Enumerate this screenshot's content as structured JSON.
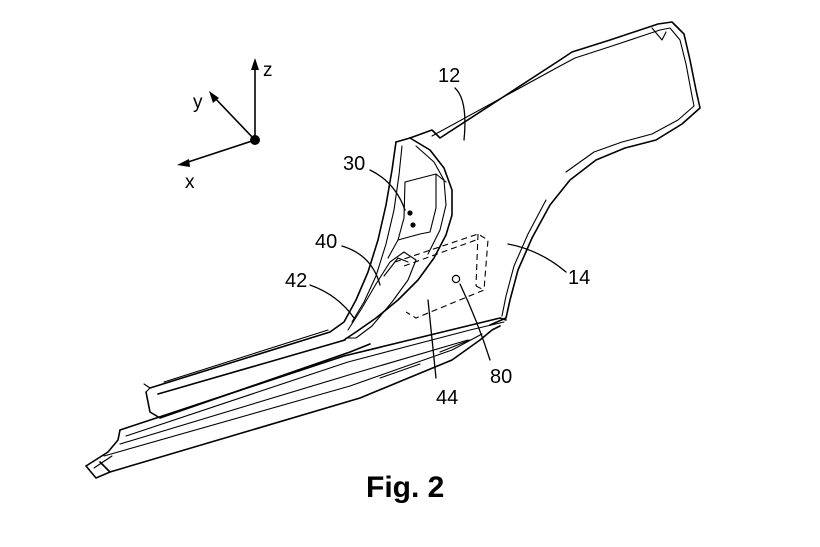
{
  "figure": {
    "caption": "Fig. 2",
    "axes": {
      "x": "x",
      "y": "y",
      "z": "z"
    },
    "reference_numerals": {
      "r12": "12",
      "r14": "14",
      "r30": "30",
      "r40": "40",
      "r42": "42",
      "r44": "44",
      "r80": "80"
    }
  }
}
